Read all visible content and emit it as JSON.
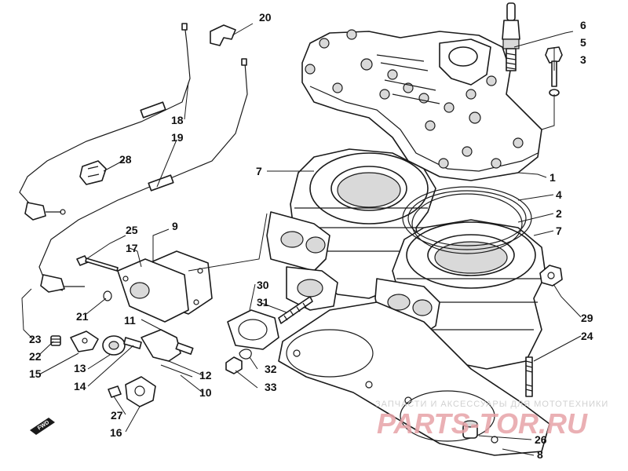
{
  "diagram": {
    "callouts": [
      {
        "id": "c1",
        "label": "1"
      },
      {
        "id": "c2",
        "label": "2"
      },
      {
        "id": "c3",
        "label": "3"
      },
      {
        "id": "c4",
        "label": "4"
      },
      {
        "id": "c5",
        "label": "5"
      },
      {
        "id": "c6",
        "label": "6"
      },
      {
        "id": "c7a",
        "label": "7"
      },
      {
        "id": "c7b",
        "label": "7"
      },
      {
        "id": "c8",
        "label": "8"
      },
      {
        "id": "c9",
        "label": "9"
      },
      {
        "id": "c10",
        "label": "10"
      },
      {
        "id": "c11",
        "label": "11"
      },
      {
        "id": "c12",
        "label": "12"
      },
      {
        "id": "c13",
        "label": "13"
      },
      {
        "id": "c14",
        "label": "14"
      },
      {
        "id": "c15",
        "label": "15"
      },
      {
        "id": "c16",
        "label": "16"
      },
      {
        "id": "c17",
        "label": "17"
      },
      {
        "id": "c18",
        "label": "18"
      },
      {
        "id": "c19",
        "label": "19"
      },
      {
        "id": "c20",
        "label": "20"
      },
      {
        "id": "c21",
        "label": "21"
      },
      {
        "id": "c22",
        "label": "22"
      },
      {
        "id": "c23",
        "label": "23"
      },
      {
        "id": "c24",
        "label": "24"
      },
      {
        "id": "c25",
        "label": "25"
      },
      {
        "id": "c26",
        "label": "26"
      },
      {
        "id": "c27",
        "label": "27"
      },
      {
        "id": "c28",
        "label": "28"
      },
      {
        "id": "c29",
        "label": "29"
      },
      {
        "id": "c30",
        "label": "30"
      },
      {
        "id": "c31",
        "label": "31"
      },
      {
        "id": "c32",
        "label": "32"
      },
      {
        "id": "c33",
        "label": "33"
      }
    ],
    "forward_badge": "FWD",
    "watermark_text": "ЗАПЧАСТИ И АКСЕССУАРЫ ДЛЯ МОТОТЕХНИКИ",
    "watermark_logo": "PARTS-TOR.RU",
    "colors": {
      "line": "#1a1a1a",
      "shade": "#d9d9d9",
      "watermark": "#e7a3a8"
    }
  }
}
